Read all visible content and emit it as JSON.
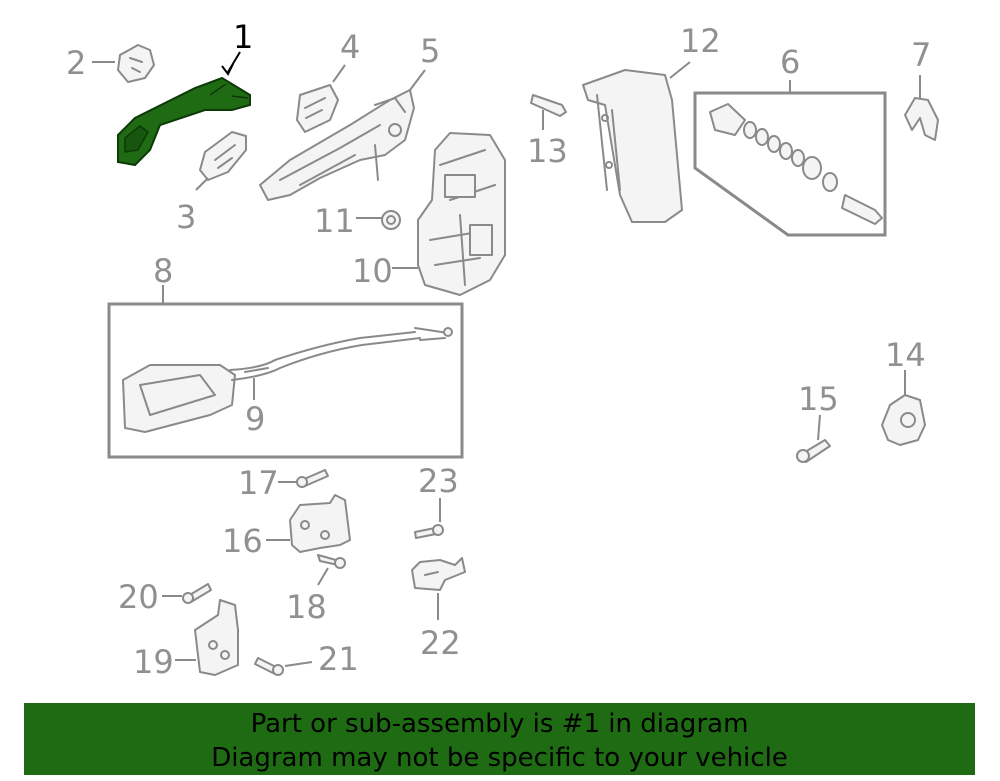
{
  "callouts": [
    {
      "id": "1",
      "text": "1"
    },
    {
      "id": "2",
      "text": "2"
    },
    {
      "id": "3",
      "text": "3"
    },
    {
      "id": "4",
      "text": "4"
    },
    {
      "id": "5",
      "text": "5"
    },
    {
      "id": "6",
      "text": "6"
    },
    {
      "id": "7",
      "text": "7"
    },
    {
      "id": "8",
      "text": "8"
    },
    {
      "id": "9",
      "text": "9"
    },
    {
      "id": "10",
      "text": "10"
    },
    {
      "id": "11",
      "text": "11"
    },
    {
      "id": "12",
      "text": "12"
    },
    {
      "id": "13",
      "text": "13"
    },
    {
      "id": "14",
      "text": "14"
    },
    {
      "id": "15",
      "text": "15"
    },
    {
      "id": "16",
      "text": "16"
    },
    {
      "id": "17",
      "text": "17"
    },
    {
      "id": "18",
      "text": "18"
    },
    {
      "id": "19",
      "text": "19"
    },
    {
      "id": "20",
      "text": "20"
    },
    {
      "id": "21",
      "text": "21"
    },
    {
      "id": "22",
      "text": "22"
    },
    {
      "id": "23",
      "text": "23"
    }
  ],
  "highlight_color": "#1e6b14",
  "banner": {
    "line1": "Part or sub-assembly is #1 in diagram",
    "line2": "Diagram may not be specific to your vehicle"
  }
}
